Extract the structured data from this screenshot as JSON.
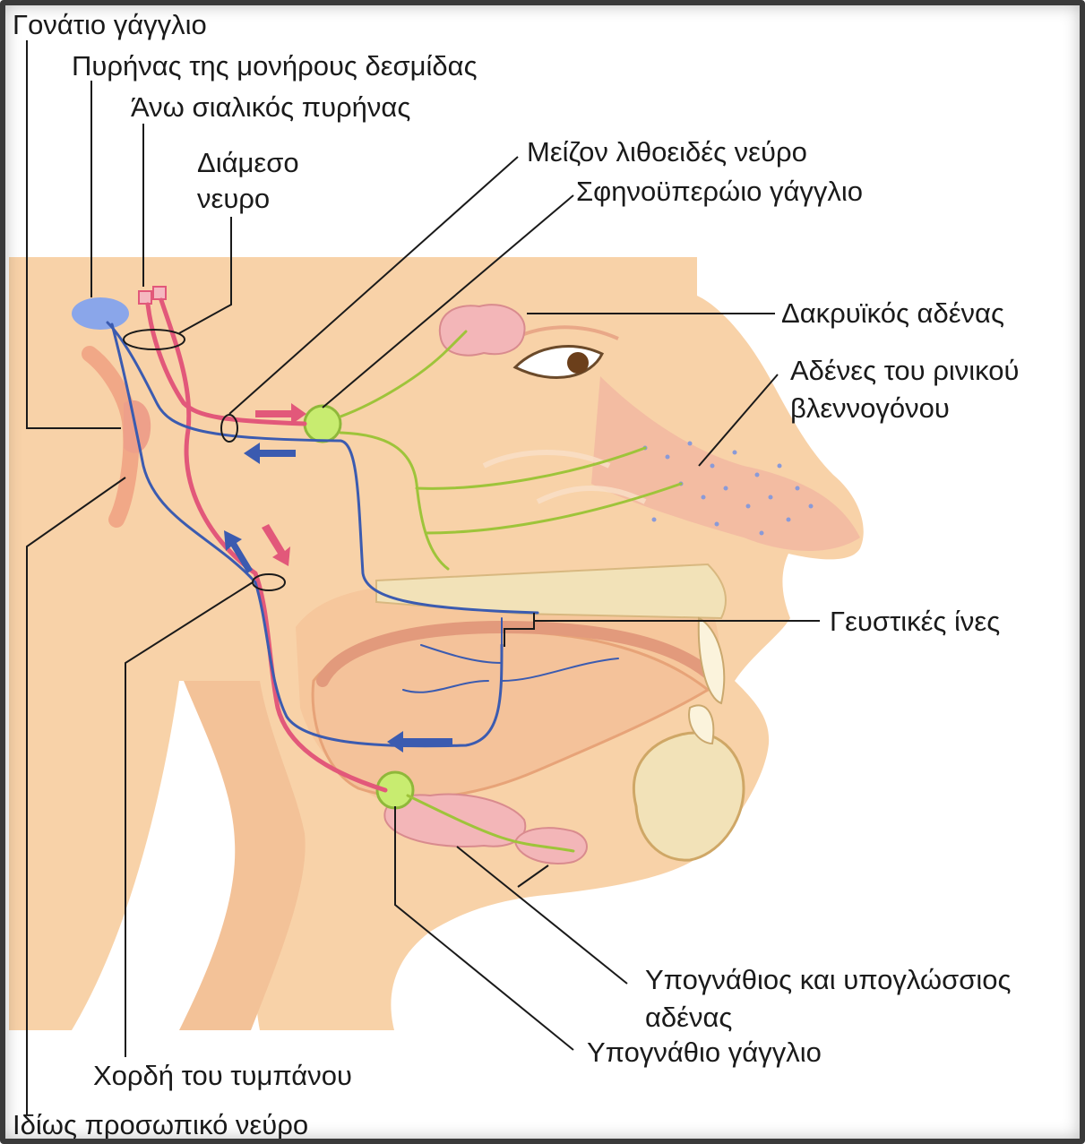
{
  "labels": {
    "geniculate_ganglion": "Γονάτιο γάγγλιο",
    "solitary_nucleus": "Πυρήνας της μονήρους δεσμίδας",
    "superior_salivary_nucleus": "Άνω σιαλικός πυρήνας",
    "intermediate_nerve_line1": "Διάμεσο",
    "intermediate_nerve_line2": "νευρο",
    "greater_petrosal_nerve": "Μείζον λιθοειδές νεύρο",
    "pterygopalatine_ganglion": "Σφηνοϋπερώιο γάγγλιο",
    "lacrimal_gland": "Δακρυϊκός αδένας",
    "nasal_glands_line1": "Αδένες του ρινικού",
    "nasal_glands_line2": "βλεννογόνου",
    "taste_fibers": "Γευστικές ίνες",
    "submandibular_glands_line1": "Υπογνάθιος και υπογλώσσιος",
    "submandibular_glands_line2": "αδένας",
    "submandibular_ganglion": "Υπογνάθιο γάγγλιο",
    "chorda_tympani": "Χορδή του τυμπάνου",
    "facial_nerve_proper": "Ιδίως προσωπικό νεύρο"
  },
  "colors": {
    "skin": "#f8d2a8",
    "skin_dark": "#f0b888",
    "nose": "#f2b4a0",
    "bone": "#f2e2b8",
    "motor_nerve": "#e2587a",
    "sensory_nerve": "#3b5bb0",
    "parasympathetic": "#9ec43a",
    "ganglion": "#c8ec70",
    "gland": "#f3b6b8",
    "nucleus": "#8aa6ea"
  }
}
